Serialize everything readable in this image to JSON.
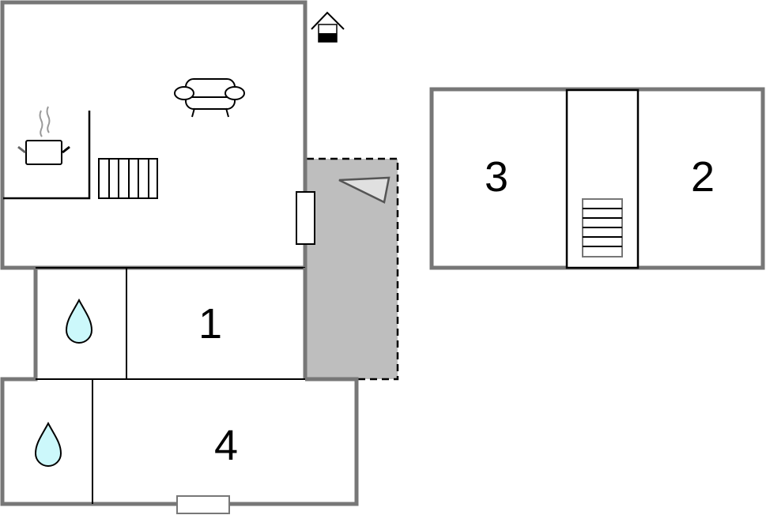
{
  "floorplan": {
    "colors": {
      "wall": "#777777",
      "line": "#000000",
      "terrace": "#bebebe",
      "water": "#ccf8fb",
      "background": "#ffffff"
    },
    "ground_floor": {
      "rooms": [
        {
          "id": "living-kitchen",
          "label": ""
        },
        {
          "id": "bathroom-1",
          "label": ""
        },
        {
          "id": "bedroom-1",
          "label": "1"
        },
        {
          "id": "bathroom-2",
          "label": ""
        },
        {
          "id": "bedroom-4",
          "label": "4"
        },
        {
          "id": "terrace",
          "label": ""
        }
      ],
      "icons": [
        "house-entrance-icon",
        "sofa-icon",
        "cooking-pot-icon",
        "staircase-icon",
        "water-drop-icon",
        "water-drop-icon",
        "terrace-triangle-icon"
      ]
    },
    "upper_floor": {
      "rooms": [
        {
          "id": "bedroom-3",
          "label": "3"
        },
        {
          "id": "stair-hall",
          "label": ""
        },
        {
          "id": "bedroom-2",
          "label": "2"
        }
      ],
      "icons": [
        "staircase-icon"
      ]
    },
    "labels": {
      "room1": "1",
      "room2": "2",
      "room3": "3",
      "room4": "4"
    }
  }
}
